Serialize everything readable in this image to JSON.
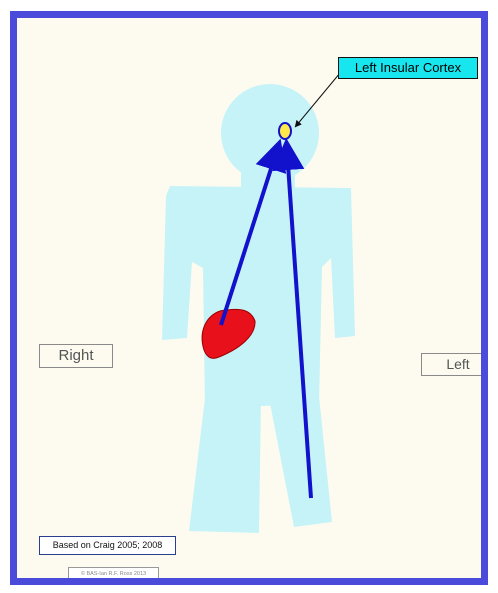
{
  "diagram": {
    "cortex_label": "Left Insular Cortex",
    "side_right": "Right",
    "side_left": "Left",
    "source_note": "Based on Craig 2005;  2008",
    "copyright": "© BAS-Ian R.F. Ross 2013"
  },
  "colors": {
    "frame_border": "#4a4adb",
    "background": "#fdfbf0",
    "body_fill": "#c6f3f7",
    "pathway": "#1212cc",
    "liver": "#e8101a",
    "insula_marker": "#ffe84a",
    "label_fill": "#18e6ef"
  },
  "icons": {
    "organ": "liver-icon",
    "target": "insular-cortex-marker"
  }
}
